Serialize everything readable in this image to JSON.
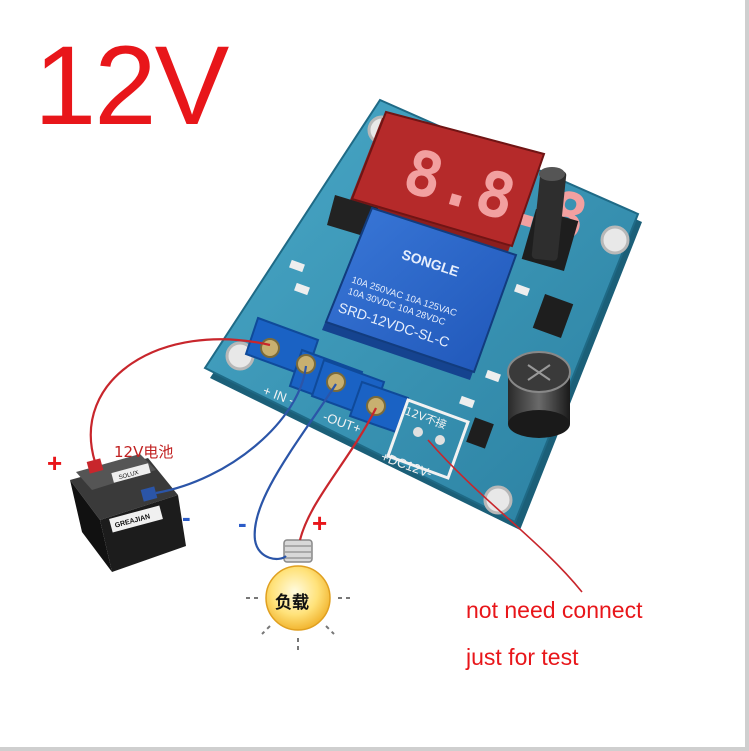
{
  "title": "12V",
  "battery": {
    "label": "12V电池",
    "plus": "+",
    "minus": "-",
    "brand_text": "SOLUX",
    "plate_text": "GREAJIAN"
  },
  "load": {
    "label": "负载",
    "plus": "+",
    "minus": "-"
  },
  "annotation": {
    "line1": "not need connect",
    "line2": "just for test"
  },
  "board": {
    "display_digits": "8.8.8",
    "relay_brand": "SONGLE",
    "relay_rating_1": "10A 250VAC  10A 125VAC",
    "relay_rating_2": "10A 30VDC   10A 28VDC",
    "relay_model": "SRD-12VDC-SL-C",
    "terminal_in": "+ IN -",
    "terminal_out": "-OUT+",
    "terminal_dc": "+DC12V-",
    "test_label": "12V不接"
  },
  "colors": {
    "title": "#e8161a",
    "pcb": "#2f8fb0",
    "wire_positive": "#c8262c",
    "wire_negative": "#2b55a8",
    "terminal": "#1f6fd0"
  }
}
